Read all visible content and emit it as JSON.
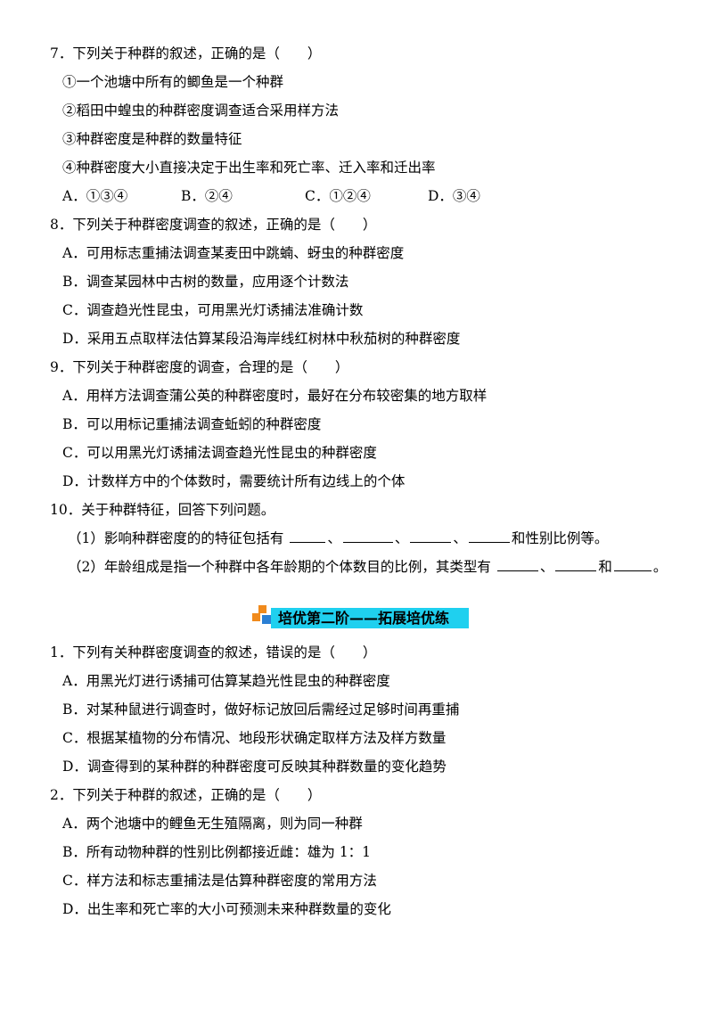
{
  "q7": {
    "stem": "7．下列关于种群的叙述，正确的是（　　）",
    "items": [
      "①一个池塘中所有的鲫鱼是一个种群",
      "②稻田中蝗虫的种群密度调查适合采用样方法",
      "③种群密度是种群的数量特征",
      "④种群密度大小直接决定于出生率和死亡率、迁入率和迁出率"
    ],
    "options": [
      "A．①③④",
      "B．②④",
      "C．①②④",
      "D．③④"
    ]
  },
  "q8": {
    "stem": "8．下列关于种群密度调查的叙述，正确的是（　　）",
    "options": [
      "A．可用标志重捕法调查某麦田中跳蝻、蚜虫的种群密度",
      "B．调查某园林中古树的数量，应用逐个计数法",
      "C．调查趋光性昆虫，可用黑光灯诱捕法准确计数",
      "D．采用五点取样法估算某段沿海岸线红树林中秋茄树的种群密度"
    ]
  },
  "q9": {
    "stem": "9．下列关于种群密度的调查，合理的是（　　）",
    "options": [
      "A．用样方法调查蒲公英的种群密度时，最好在分布较密集的地方取样",
      "B．可以用标记重捕法调查蚯蚓的种群密度",
      "C．可以用黑光灯诱捕法调查趋光性昆虫的种群密度",
      "D．计数样方中的个体数时，需要统计所有边线上的个体"
    ]
  },
  "q10": {
    "stem": "10．关于种群特征，回答下列问题。",
    "p1_prefix": "（1）影响种群密度的的特征包括有",
    "p1_sep": "、",
    "p1_suffix": "和性别比例等。",
    "p2_prefix": "（2）年龄组成是指一个种群中各年龄期的个体数目的比例，其类型有",
    "p2_sep": "、",
    "p2_and": "和",
    "p2_end": "。"
  },
  "section": {
    "title": "培优第二阶——拓展培优练",
    "accent": "#1fd0ef",
    "logo_colors": [
      "#f08a1c",
      "#2a7fd4"
    ]
  },
  "s1": {
    "stem": "1．下列有关种群密度调查的叙述，错误的是（　　）",
    "options": [
      "A．用黑光灯进行诱捕可估算某趋光性昆虫的种群密度",
      "B．对某种鼠进行调查时，做好标记放回后需经过足够时间再重捕",
      "C．根据某植物的分布情况、地段形状确定取样方法及样方数量",
      "D．调查得到的某种群的种群密度可反映其种群数量的变化趋势"
    ]
  },
  "s2": {
    "stem": "2．下列关于种群的叙述，正确的是（　　）",
    "options": [
      "A．两个池塘中的鲤鱼无生殖隔离，则为同一种群",
      "B．所有动物种群的性别比例都接近雌：雄为 1：1",
      "C．样方法和标志重捕法是估算种群密度的常用方法",
      "D．出生率和死亡率的大小可预测未来种群数量的变化"
    ]
  }
}
